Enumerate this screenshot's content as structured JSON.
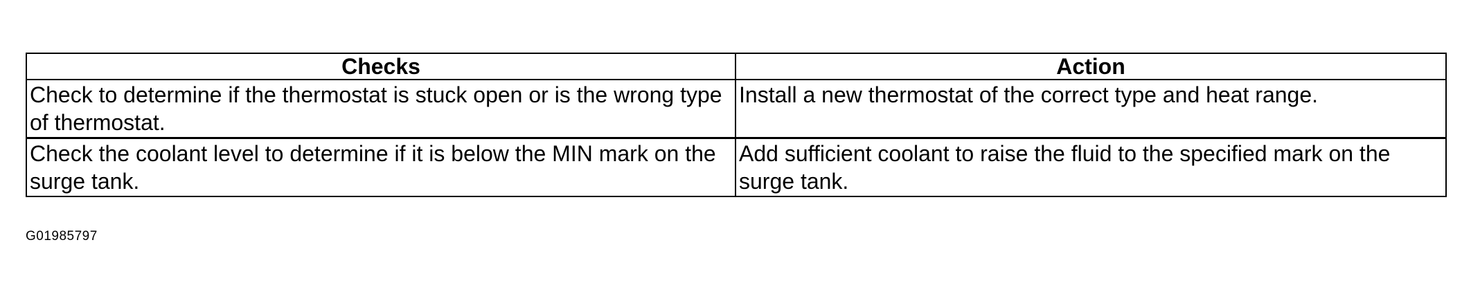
{
  "table": {
    "headers": {
      "checks": "Checks",
      "action": "Action"
    },
    "rows": [
      {
        "check": "Check to determine if the thermostat is stuck open or is the wrong type of thermostat.",
        "action": "Install a new thermostat of the correct type and heat range."
      },
      {
        "check": "Check the coolant level to determine if it is below the MIN mark on the surge tank.",
        "action": "Add sufficient coolant to raise the fluid to the specified mark on the surge tank."
      }
    ]
  },
  "figure_id": "G01985797"
}
